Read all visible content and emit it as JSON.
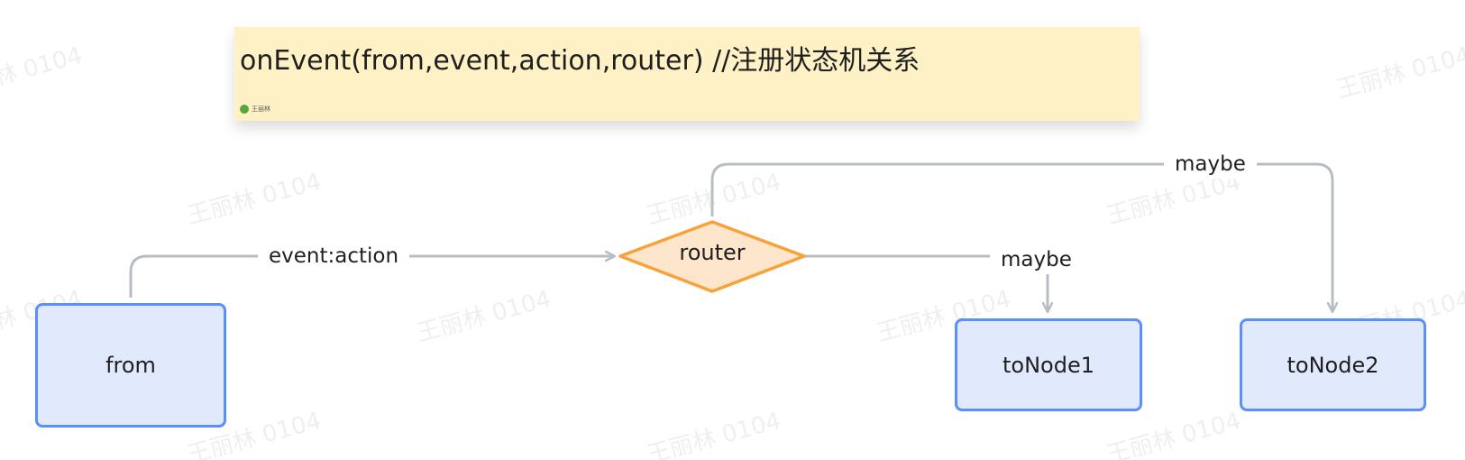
{
  "watermark": {
    "text": "王丽林 0104"
  },
  "note": {
    "text": "onEvent(from,event,action,router)  //注册状态机关系",
    "author": "王丽林"
  },
  "nodes": {
    "from": "from",
    "router": "router",
    "to_node_1": "toNode1",
    "to_node_2": "toNode2"
  },
  "edges": {
    "from_to_router": "event:action",
    "router_to_node1": "maybe",
    "router_to_node2": "maybe"
  },
  "colors": {
    "node_fill": "#e1e9fd",
    "node_border": "#5b8ff9",
    "decision_fill": "#fde6cc",
    "decision_border": "#f7a23a",
    "connector": "#b8bcc4",
    "note_fill": "#fdf1c5"
  }
}
